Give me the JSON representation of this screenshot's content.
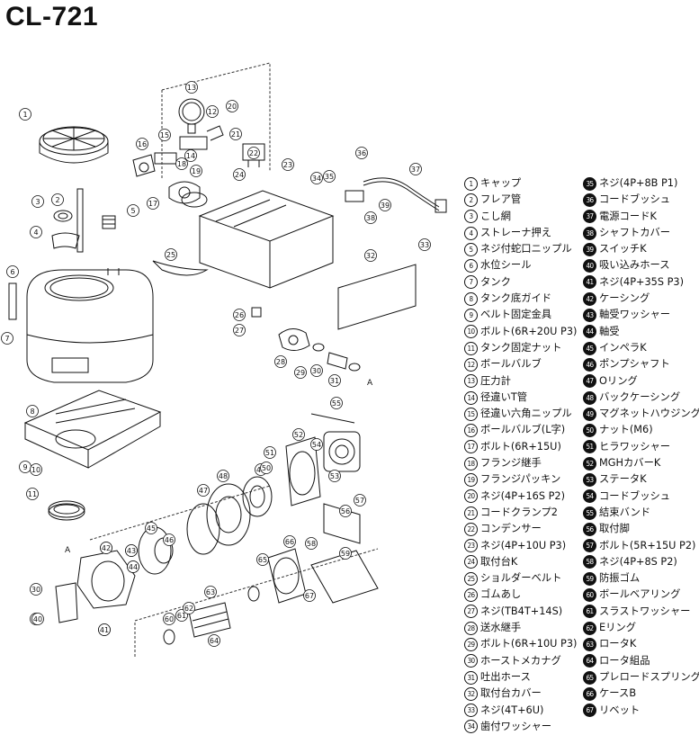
{
  "title": "CL-721",
  "parts": [
    {
      "no": "1",
      "name": "キャップ"
    },
    {
      "no": "2",
      "name": "フレア管"
    },
    {
      "no": "3",
      "name": "こし網"
    },
    {
      "no": "4",
      "name": "ストレーナ押え"
    },
    {
      "no": "5",
      "name": "ネジ付蛇口ニップル"
    },
    {
      "no": "6",
      "name": "水位シール"
    },
    {
      "no": "7",
      "name": "タンク"
    },
    {
      "no": "8",
      "name": "タンク底ガイド"
    },
    {
      "no": "9",
      "name": "ベルト固定金具"
    },
    {
      "no": "10",
      "name": "ボルト(6R+20U P3)"
    },
    {
      "no": "11",
      "name": "タンク固定ナット"
    },
    {
      "no": "12",
      "name": "ボールバルブ"
    },
    {
      "no": "13",
      "name": "圧力計"
    },
    {
      "no": "14",
      "name": "径違いT管"
    },
    {
      "no": "15",
      "name": "径違い六角ニップル"
    },
    {
      "no": "16",
      "name": "ボールバルブ(L字)"
    },
    {
      "no": "17",
      "name": "ボルト(6R+15U)"
    },
    {
      "no": "18",
      "name": "フランジ継手"
    },
    {
      "no": "19",
      "name": "フランジパッキン"
    },
    {
      "no": "20",
      "name": "ネジ(4P+16S P2)"
    },
    {
      "no": "21",
      "name": "コードクランプ2"
    },
    {
      "no": "22",
      "name": "コンデンサー"
    },
    {
      "no": "23",
      "name": "ネジ(4P+10U P3)"
    },
    {
      "no": "24",
      "name": "取付台K"
    },
    {
      "no": "25",
      "name": "ショルダーベルト"
    },
    {
      "no": "26",
      "name": "ゴムあし"
    },
    {
      "no": "27",
      "name": "ネジ(TB4T+14S)"
    },
    {
      "no": "28",
      "name": "送水継手"
    },
    {
      "no": "29",
      "name": "ボルト(6R+10U P3)"
    },
    {
      "no": "30",
      "name": "ホーストメカナグ"
    },
    {
      "no": "31",
      "name": "吐出ホース"
    },
    {
      "no": "32",
      "name": "取付台カバー"
    },
    {
      "no": "33",
      "name": "ネジ(4T+6U)"
    },
    {
      "no": "34",
      "name": "歯付ワッシャー"
    },
    {
      "no": "35",
      "name": "ネジ(4P+8B P1)"
    },
    {
      "no": "36",
      "name": "コードブッシュ"
    },
    {
      "no": "37",
      "name": "電源コードK"
    },
    {
      "no": "38",
      "name": "シャフトカバー"
    },
    {
      "no": "39",
      "name": "スイッチK"
    },
    {
      "no": "40",
      "name": "吸い込みホース"
    },
    {
      "no": "41",
      "name": "ネジ(4P+35S P3)"
    },
    {
      "no": "42",
      "name": "ケーシング"
    },
    {
      "no": "43",
      "name": "軸受ワッシャー"
    },
    {
      "no": "44",
      "name": "軸受"
    },
    {
      "no": "45",
      "name": "インペラK"
    },
    {
      "no": "46",
      "name": "ポンプシャフト"
    },
    {
      "no": "47",
      "name": "Oリング"
    },
    {
      "no": "48",
      "name": "バックケーシング"
    },
    {
      "no": "49",
      "name": "マグネットハウジングK"
    },
    {
      "no": "50",
      "name": "ナット(M6)"
    },
    {
      "no": "51",
      "name": "ヒラワッシャー"
    },
    {
      "no": "52",
      "name": "MGHカバーK"
    },
    {
      "no": "53",
      "name": "ステータK"
    },
    {
      "no": "54",
      "name": "コードブッシュ"
    },
    {
      "no": "55",
      "name": "結束バンド"
    },
    {
      "no": "56",
      "name": "取付脚"
    },
    {
      "no": "57",
      "name": "ボルト(5R+15U P2)"
    },
    {
      "no": "58",
      "name": "ネジ(4P+8S P2)"
    },
    {
      "no": "59",
      "name": "防振ゴム"
    },
    {
      "no": "60",
      "name": "ボールベアリング"
    },
    {
      "no": "61",
      "name": "スラストワッシャー"
    },
    {
      "no": "62",
      "name": "Eリング"
    },
    {
      "no": "63",
      "name": "ロータK"
    },
    {
      "no": "64",
      "name": "ロータ組品"
    },
    {
      "no": "65",
      "name": "プレロードスプリング"
    },
    {
      "no": "66",
      "name": "ケースB"
    },
    {
      "no": "67",
      "name": "リベット"
    }
  ],
  "diagram": {
    "marker_a": "A",
    "callouts": [
      {
        "no": "1"
      },
      {
        "no": "2"
      },
      {
        "no": "3"
      },
      {
        "no": "4"
      },
      {
        "no": "5"
      },
      {
        "no": "6"
      },
      {
        "no": "7"
      },
      {
        "no": "8"
      },
      {
        "no": "9"
      },
      {
        "no": "10"
      },
      {
        "no": "11"
      },
      {
        "no": "12"
      },
      {
        "no": "13"
      },
      {
        "no": "14"
      },
      {
        "no": "15"
      },
      {
        "no": "16"
      },
      {
        "no": "17"
      },
      {
        "no": "18"
      },
      {
        "no": "19"
      },
      {
        "no": "20"
      },
      {
        "no": "21"
      },
      {
        "no": "22"
      },
      {
        "no": "23"
      },
      {
        "no": "24"
      },
      {
        "no": "25"
      },
      {
        "no": "26"
      },
      {
        "no": "27"
      },
      {
        "no": "28"
      },
      {
        "no": "29"
      },
      {
        "no": "30"
      },
      {
        "no": "31"
      },
      {
        "no": "32"
      },
      {
        "no": "33"
      },
      {
        "no": "34"
      },
      {
        "no": "35"
      },
      {
        "no": "36"
      },
      {
        "no": "37"
      },
      {
        "no": "38"
      },
      {
        "no": "39"
      },
      {
        "no": "40"
      },
      {
        "no": "41"
      },
      {
        "no": "42"
      },
      {
        "no": "43"
      },
      {
        "no": "44"
      },
      {
        "no": "45"
      },
      {
        "no": "46"
      },
      {
        "no": "47"
      },
      {
        "no": "48"
      },
      {
        "no": "49"
      },
      {
        "no": "50"
      },
      {
        "no": "51"
      },
      {
        "no": "52"
      },
      {
        "no": "53"
      },
      {
        "no": "54"
      },
      {
        "no": "55"
      },
      {
        "no": "56"
      },
      {
        "no": "57"
      },
      {
        "no": "58"
      },
      {
        "no": "59"
      },
      {
        "no": "60"
      },
      {
        "no": "61"
      },
      {
        "no": "62"
      },
      {
        "no": "63"
      },
      {
        "no": "64"
      },
      {
        "no": "65"
      },
      {
        "no": "66"
      },
      {
        "no": "67"
      },
      {
        "no": "30"
      },
      {
        "no": "40"
      },
      {
        "no": "41"
      },
      {
        "no": "42"
      },
      {
        "no": "43"
      },
      {
        "no": "44"
      }
    ]
  },
  "colors": {
    "ink": "#111111",
    "paper": "#ffffff",
    "shade": "#9a9a9a"
  }
}
